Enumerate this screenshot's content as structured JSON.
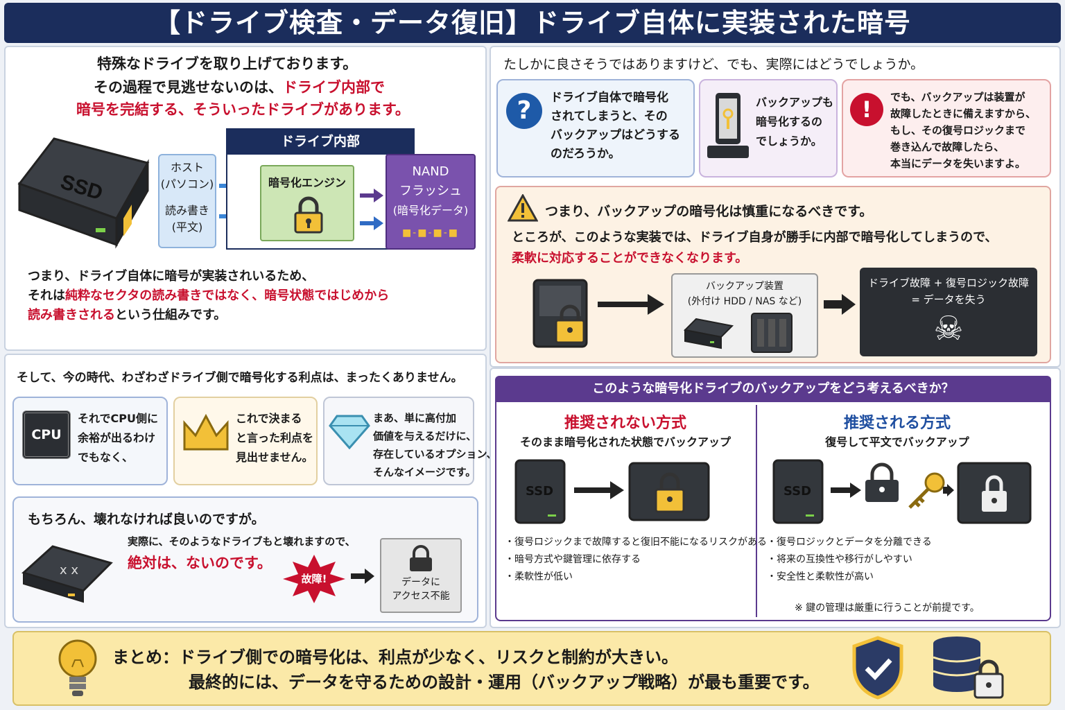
{
  "header": {
    "title": "【ドライブ検査・データ復旧】ドライブ自体に実装された暗号"
  },
  "tl": {
    "intro1": "特殊なドライブを取り上げております。",
    "intro2a": "その過程で見逃せないのは、",
    "intro2b": "ドライブ内部で",
    "intro3": "暗号を完結する、そういったドライブがあります。",
    "ssd": "SSD",
    "host1": "ホスト",
    "host2": "(パソコン)",
    "rw1": "読み書き",
    "rw2": "(平文)",
    "inner": "ドライブ内部",
    "engine": "暗号化エンジン",
    "nand1": "NAND",
    "nand2": "フラッシュ",
    "nand3": "(暗号化データ)",
    "exp1": "つまり、ドライブ自体に暗号が実装されいるため、",
    "exp2a": "それは",
    "exp2b": "純粋なセクタの読み書きではなく、暗号状態ではじめから",
    "exp3a": "読み書きされる",
    "exp3b": "という仕組みです。"
  },
  "tr": {
    "intro": "たしかに良さそうではありますけど、でも、実際にはどうでしょうか。",
    "q1": "ドライブ自体で暗号化",
    "q2": "されてしまうと、その",
    "q3": "バックアップはどうする",
    "q4": "のだろうか。",
    "p1": "バックアップも",
    "p2": "暗号化するの",
    "p3": "でしょうか。",
    "w1": "でも、バックアップは装置が",
    "w2": "故障したときに備えますから、",
    "w3": "もし、その復号ロジックまで",
    "w4": "巻き込んで故障したら、",
    "w5": "本当にデータを失いますよ。",
    "warn": "つまり、バックアップの暗号化は慎重になるべきです。",
    "warn2": "ところが、このような実装では、ドライブ自身が勝手に内部で暗号化してしまうので、",
    "warn3": "柔軟に対応することができなくなります。",
    "bk1": "バックアップ装置",
    "bk2": "(外付け HDD / NAS など)",
    "fail1": "ドライブ故障 + 復号ロジック故障",
    "fail2": "= データを失う"
  },
  "bl": {
    "intro": "そして、今の時代、わざわざドライブ側で暗号化する利点は、まったくありません。",
    "cpu": "CPU",
    "c1a": "それでCPU側に",
    "c1b": "余裕が出るわけ",
    "c1c": "でもなく、",
    "c2a": "これで決まる",
    "c2b": "と言った利点を",
    "c2c": "見出せません。",
    "c3a": "まあ、単に高付加",
    "c3b": "価値を与えるだけに、",
    "c3c": "存在しているオプション、",
    "c3d": "そんなイメージです。",
    "m1": "もちろん、壊れなければ良いのですが。",
    "m2": "実際に、そのようなドライブもと壊れますので、",
    "m3": "絶対は、ないのです。",
    "broken": "故障!",
    "na1": "データに",
    "na2": "アクセス不能"
  },
  "br": {
    "header": "このような暗号化ドライブのバックアップをどう考えるべきか？",
    "bad_title": "推奨されない方式",
    "bad_sub": "そのまま暗号化された状態でバックアップ",
    "bad_items": [
      "復号ロジックまで故障すると復旧不能になるリスクがある",
      "暗号方式や鍵管理に依存する",
      "柔軟性が低い"
    ],
    "good_title": "推奨される方式",
    "good_sub": "復号して平文でバックアップ",
    "good_items": [
      "復号ロジックとデータを分離できる",
      "将来の互換性や移行がしやすい",
      "安全性と柔軟性が高い"
    ],
    "note": "※ 鍵の管理は厳重に行うことが前提です。",
    "ssd": "SSD"
  },
  "summary": {
    "l1": "まとめ：ドライブ側での暗号化は、利点が少なく、リスクと制約が大きい。",
    "l2": "最終的には、データを守るための設計・運用（バックアップ戦略）が最も重要です。"
  },
  "colors": {
    "navy": "#1b2d5c",
    "purple": "#5b3a8e",
    "red": "#c8102e",
    "yellow": "#f2c038",
    "summary_bg": "#fbe9a8"
  }
}
